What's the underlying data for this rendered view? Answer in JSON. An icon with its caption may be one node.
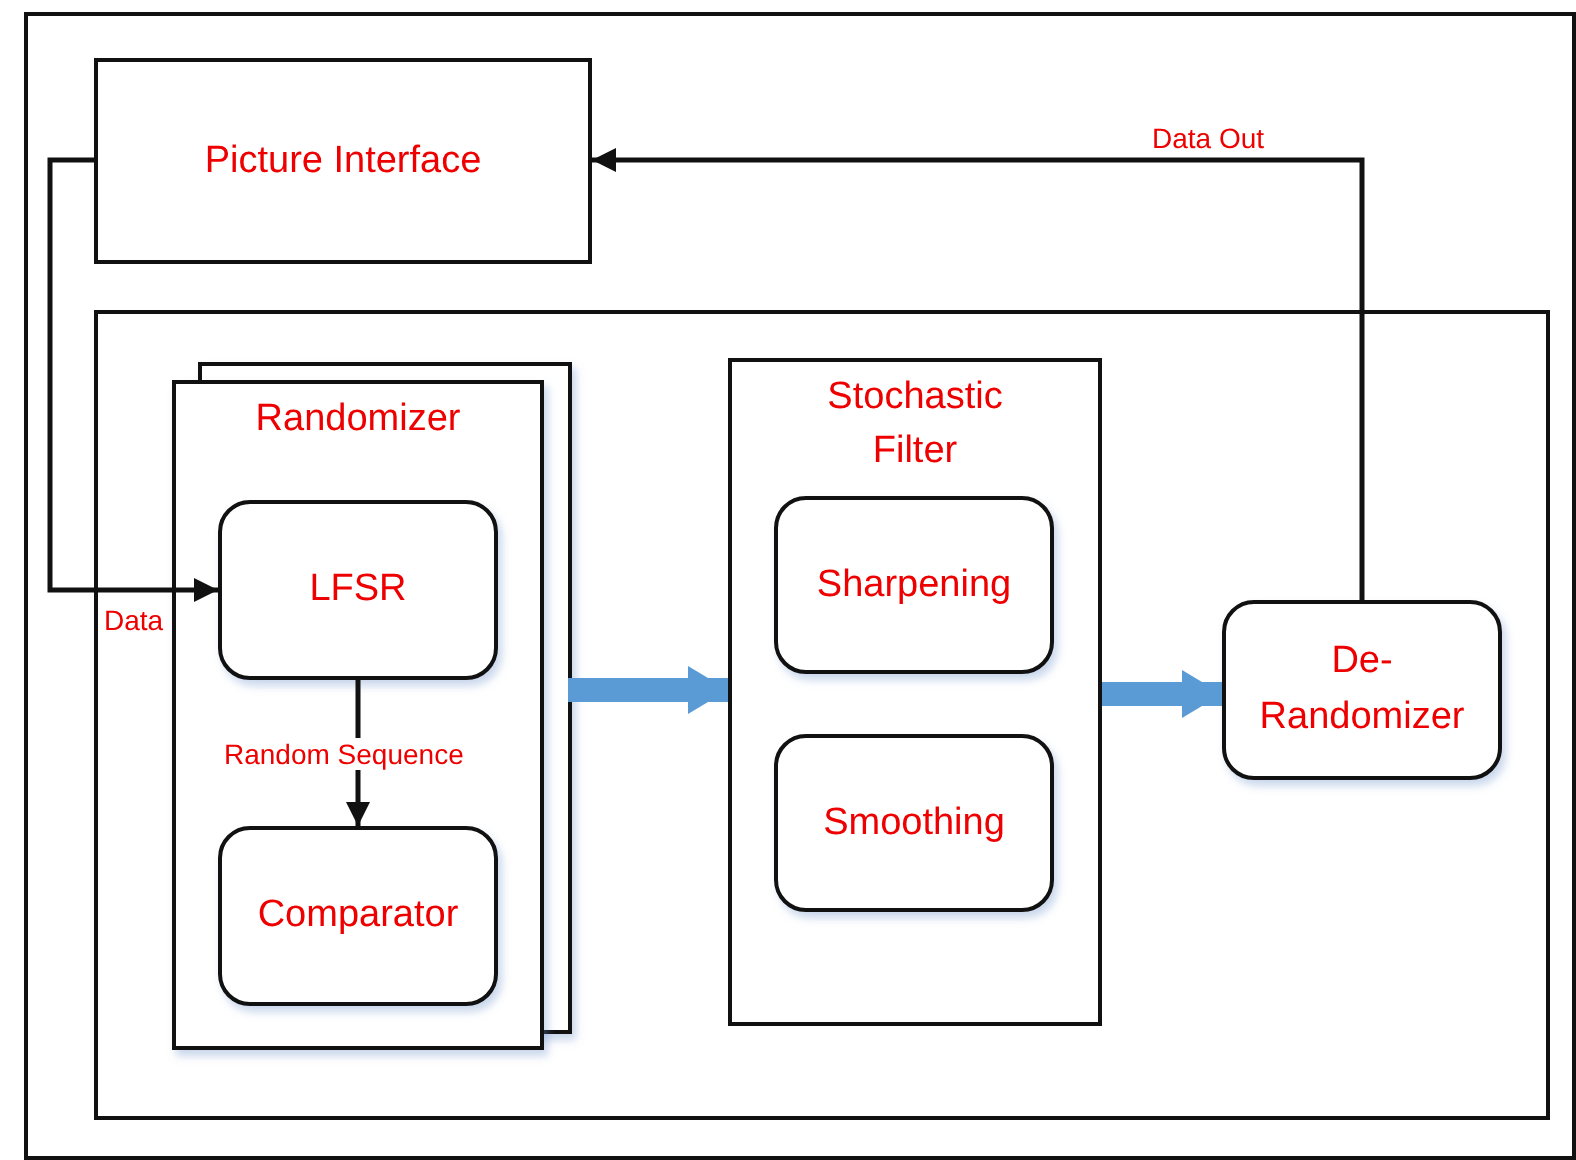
{
  "diagram": {
    "nodes": [
      {
        "text": [
          "Picture Interface"
        ]
      },
      {
        "text": [],
        "shape": "box"
      },
      {
        "text": [
          "Randomizer"
        ],
        "in": 1
      },
      {
        "text": [
          "LFSR"
        ],
        "in": 2
      },
      {
        "text": [
          "Comparator"
        ],
        "in": 2
      },
      {
        "text": [
          "Stochastic Filter"
        ],
        "in": 1
      },
      {
        "text": [
          "Sharpening"
        ],
        "in": 5
      },
      {
        "text": [
          "Smoothing"
        ],
        "in": 5
      },
      {
        "text": [
          "De- Randomizer"
        ],
        "in": 1
      }
    ],
    "edges": [
      {
        "from": 0,
        "to": 3,
        "arrow": "to",
        "label": "Data"
      },
      {
        "from": 3,
        "to": 4,
        "arrow": "to",
        "label": "Random Sequence"
      },
      {
        "from": 2,
        "to": 5,
        "arrow": "to",
        "style": "thick",
        "color": "#5b9bd5"
      },
      {
        "from": 5,
        "to": 8,
        "arrow": "to",
        "style": "thick",
        "color": "#5b9bd5"
      },
      {
        "from": 8,
        "to": 0,
        "arrow": "to",
        "label": "Data Out"
      }
    ]
  }
}
